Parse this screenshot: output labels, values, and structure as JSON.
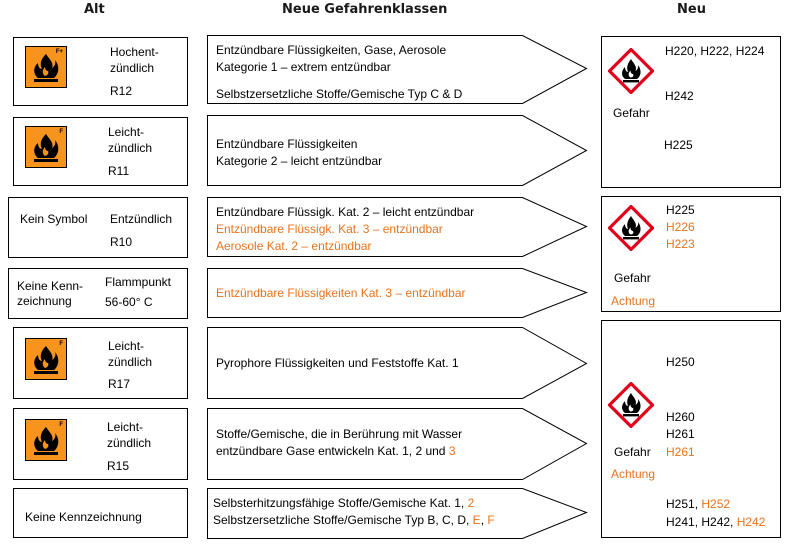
{
  "headers": {
    "alt": "Alt",
    "neue": "Neue Gefahrenklassen",
    "neu": "Neu"
  },
  "rows": [
    {
      "alt": [
        "Hochent-",
        "zündlich",
        "R12"
      ],
      "symbol_letter": "F+",
      "klassen": [
        [
          {
            "t": "Entzündbare Flüssigkeiten, Gase, Aerosole"
          }
        ],
        [
          {
            "t": "Kategorie 1 – extrem entzündbar"
          }
        ],
        [
          {
            "t": "Selbstzersetzliche Stoffe/Gemische Typ C & D"
          }
        ]
      ]
    },
    {
      "alt": [
        "Leicht-",
        "zündlich",
        "R11"
      ],
      "symbol_letter": "F",
      "klassen": [
        [
          {
            "t": "Entzündbare Flüssigkeiten"
          }
        ],
        [
          {
            "t": "Kategorie 2 – leicht entzündbar"
          }
        ]
      ]
    },
    {
      "alt": [
        "Kein Symbol",
        "Entzündlich",
        "R10"
      ],
      "klassen": [
        [
          {
            "t": "Entzündbare Flüssigk. Kat. 2 – leicht entzündbar"
          }
        ],
        [
          {
            "t": "Entzündbare Flüssigk. Kat. 3 – entzündbar",
            "o": true
          }
        ],
        [
          {
            "t": "Aerosole Kat. 2 – entzündbar",
            "o": true
          }
        ]
      ]
    },
    {
      "alt": [
        "Keine Kenn-",
        "zeichnung",
        "Flammpunkt",
        "56-60° C"
      ],
      "klassen": [
        [
          {
            "t": "Entzündbare Flüssigkeiten Kat. 3 – entzündbar",
            "o": true
          }
        ]
      ]
    },
    {
      "alt": [
        "Leicht-",
        "zündlich",
        "R17"
      ],
      "symbol_letter": "F",
      "klassen": [
        [
          {
            "t": "Pyrophore Flüssigkeiten und Feststoffe Kat. 1"
          }
        ]
      ]
    },
    {
      "alt": [
        "Leicht-",
        "zündlich",
        "R15"
      ],
      "symbol_letter": "F",
      "klassen": [
        [
          {
            "t": "Stoffe/Gemische, die in Berührung mit Wasser"
          }
        ],
        [
          {
            "t": "entzündbare Gase entwickeln Kat. 1, 2 und "
          },
          {
            "t": "3",
            "o": true
          }
        ]
      ]
    },
    {
      "alt": [
        "Keine Kennzeichnung"
      ],
      "klassen": [
        [
          {
            "t": "Selbsterhitzungsfähige Stoffe/Gemische Kat. 1, "
          },
          {
            "t": "2",
            "o": true
          }
        ],
        [
          {
            "t": "Selbstzersetzliche Stoffe/Gemische Typ B, C, D, "
          },
          {
            "t": "E",
            "o": true
          },
          {
            "t": ", "
          },
          {
            "t": "F",
            "o": true
          }
        ]
      ]
    }
  ],
  "neu": {
    "box1": {
      "signal": "Gefahr",
      "codes": [
        [
          {
            "t": "H220, H222, H224"
          }
        ],
        [
          {
            "t": "H242"
          }
        ],
        [
          {
            "t": "H225"
          }
        ]
      ]
    },
    "box2": {
      "signal": "Gefahr",
      "signal2": "Achtung",
      "codes": [
        [
          {
            "t": "H225"
          }
        ],
        [
          {
            "t": "H226",
            "o": true
          }
        ],
        [
          {
            "t": "H223",
            "o": true
          }
        ]
      ]
    },
    "box3": {
      "signal": "Gefahr",
      "signal2": "Achtung",
      "codes": [
        [
          {
            "t": "H250"
          }
        ],
        [
          {
            "t": "H260"
          }
        ],
        [
          {
            "t": "H261"
          }
        ],
        [
          {
            "t": "H261",
            "o": true
          }
        ],
        [
          {
            "t": "H251, "
          },
          {
            "t": "H252",
            "o": true
          }
        ],
        [
          {
            "t": "H241, H242, "
          },
          {
            "t": "H242",
            "o": true
          }
        ]
      ]
    }
  },
  "colors": {
    "orange_text": "#e8731c",
    "symbol_orange": "#f7941d",
    "ghs_red": "#e2001a"
  }
}
